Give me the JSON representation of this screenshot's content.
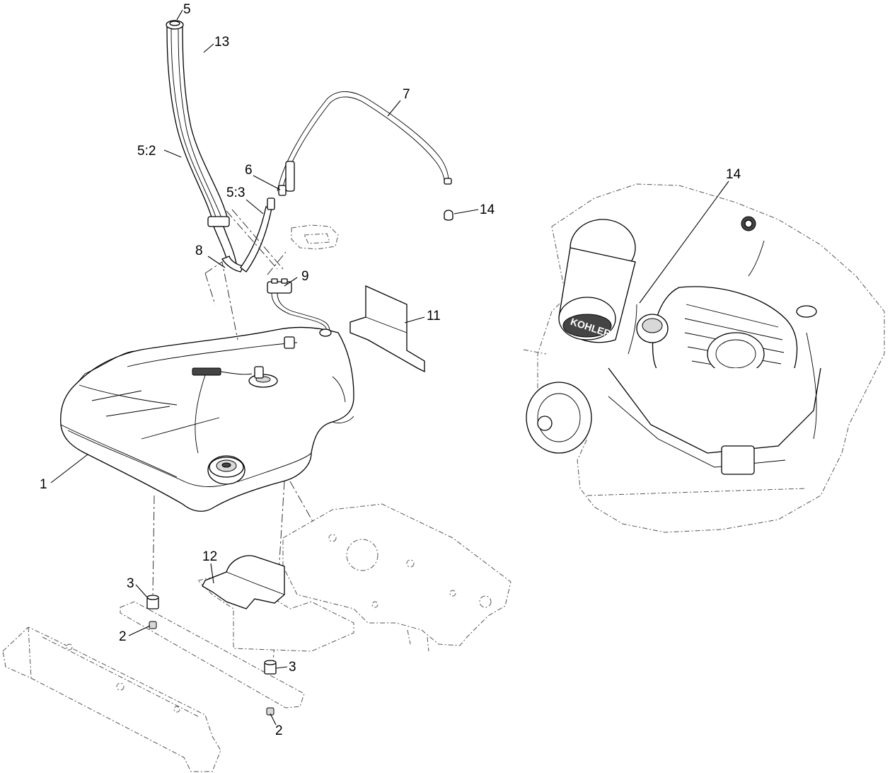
{
  "diagram": {
    "callouts": [
      {
        "id": "c1",
        "label": "1"
      },
      {
        "id": "c2a",
        "label": "2"
      },
      {
        "id": "c2b",
        "label": "2"
      },
      {
        "id": "c3a",
        "label": "3"
      },
      {
        "id": "c3b",
        "label": "3"
      },
      {
        "id": "c5",
        "label": "5"
      },
      {
        "id": "c5_2",
        "label": "5:2"
      },
      {
        "id": "c5_3",
        "label": "5:3"
      },
      {
        "id": "c6",
        "label": "6"
      },
      {
        "id": "c7",
        "label": "7"
      },
      {
        "id": "c8",
        "label": "8"
      },
      {
        "id": "c9",
        "label": "9"
      },
      {
        "id": "c11",
        "label": "11"
      },
      {
        "id": "c12",
        "label": "12"
      },
      {
        "id": "c13",
        "label": "13"
      },
      {
        "id": "c14a",
        "label": "14"
      },
      {
        "id": "c14b",
        "label": "14"
      }
    ],
    "engine_logo": "KOHLER"
  }
}
